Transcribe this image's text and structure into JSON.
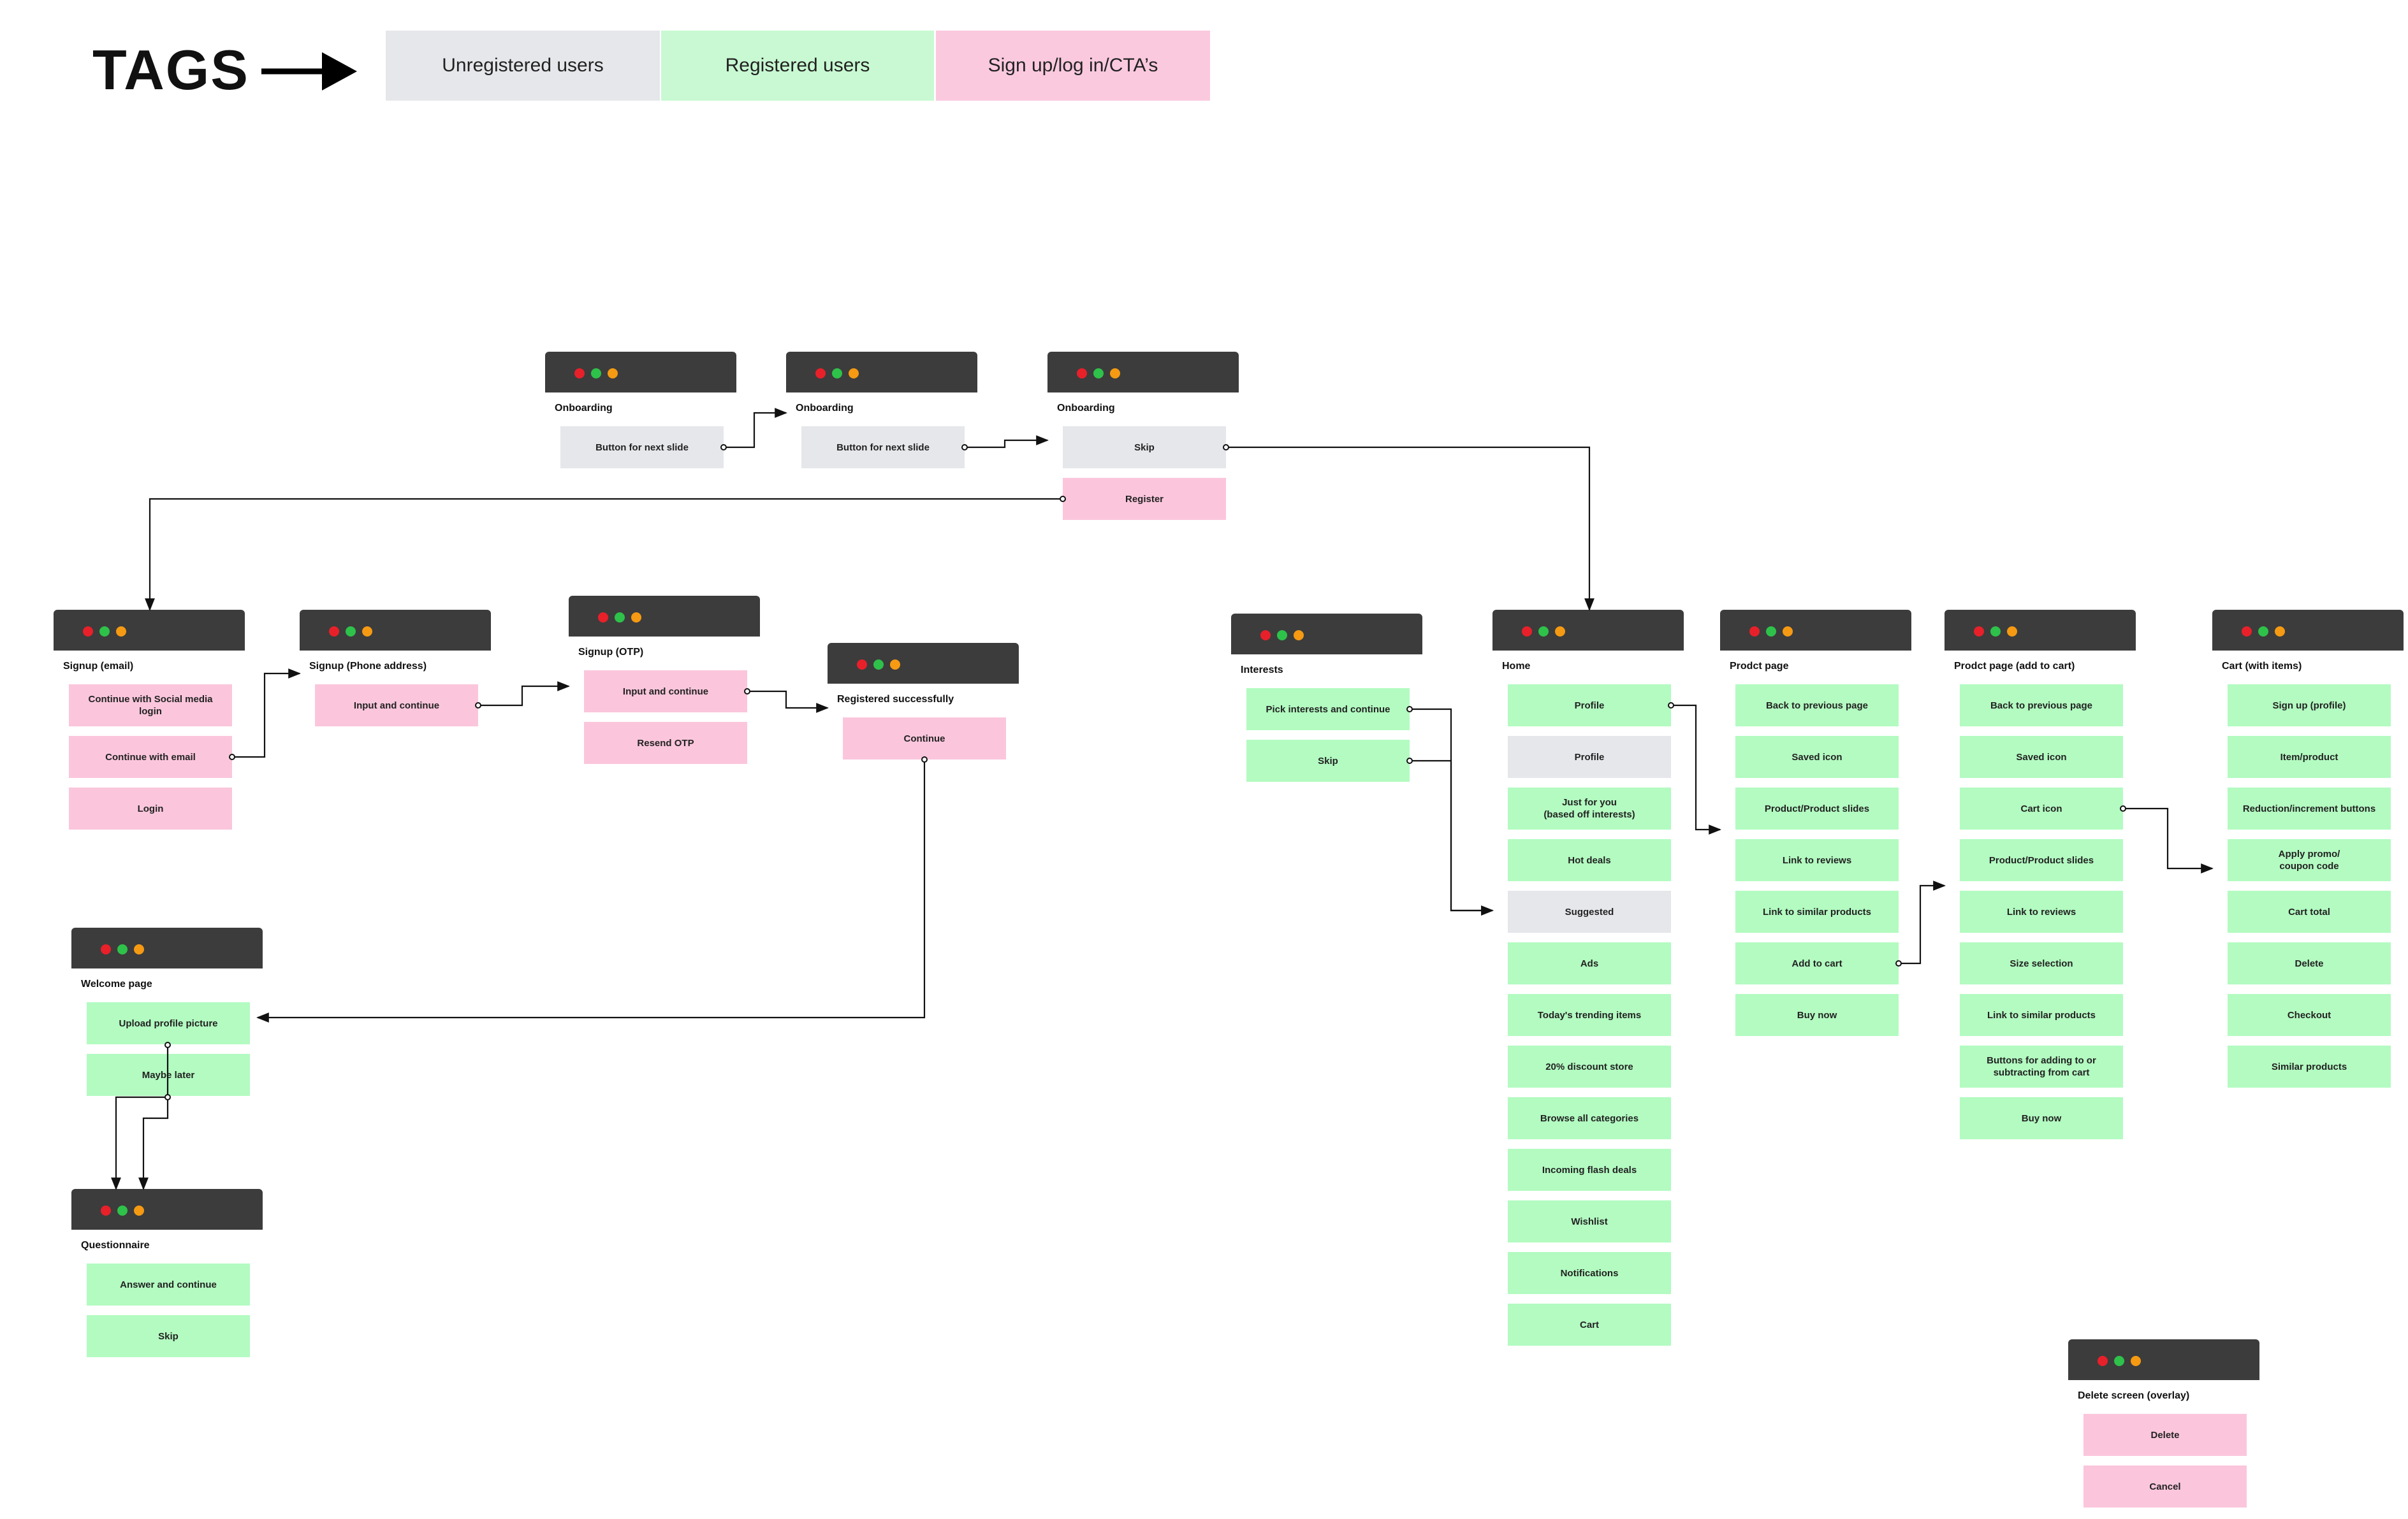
{
  "legend": {
    "title": "TAGS",
    "tags": [
      {
        "label": "Unregistered users",
        "color": "#e6e7eb"
      },
      {
        "label": "Registered users",
        "color": "#c8f9d2"
      },
      {
        "label": "Sign up/log in/CTA’s",
        "color": "#fbc9de"
      }
    ]
  },
  "colors": {
    "titlebar": "#3c3c3c",
    "unregistered": "#e6e7eb",
    "registered": "#b3fbc1",
    "cta": "#fbc6dc",
    "connector": "#111111"
  },
  "screens": [
    {
      "id": "onboarding1",
      "label": "Onboarding",
      "items": [
        {
          "text": "Button for next slide",
          "tag": "unregistered"
        }
      ]
    },
    {
      "id": "onboarding2",
      "label": "Onboarding",
      "items": [
        {
          "text": "Button for next slide",
          "tag": "unregistered"
        }
      ]
    },
    {
      "id": "onboarding3",
      "label": "Onboarding",
      "items": [
        {
          "text": "Skip",
          "tag": "unregistered"
        },
        {
          "text": "Register",
          "tag": "cta"
        }
      ]
    },
    {
      "id": "signup_email",
      "label": "Signup (email)",
      "items": [
        {
          "text": "Continue with Social media login",
          "tag": "cta"
        },
        {
          "text": "Continue with email",
          "tag": "cta"
        },
        {
          "text": "Login",
          "tag": "cta"
        }
      ]
    },
    {
      "id": "signup_phone",
      "label": "Signup (Phone address)",
      "items": [
        {
          "text": "Input and continue",
          "tag": "cta"
        }
      ]
    },
    {
      "id": "signup_otp",
      "label": "Signup (OTP)",
      "items": [
        {
          "text": "Input and continue",
          "tag": "cta"
        },
        {
          "text": "Resend OTP",
          "tag": "cta"
        }
      ]
    },
    {
      "id": "registered",
      "label": "Registered successfully",
      "items": [
        {
          "text": "Continue",
          "tag": "cta"
        }
      ]
    },
    {
      "id": "welcome",
      "label": "Welcome page",
      "items": [
        {
          "text": "Upload profile picture",
          "tag": "registered"
        },
        {
          "text": "Maybe later",
          "tag": "registered"
        }
      ]
    },
    {
      "id": "questionnaire",
      "label": "Questionnaire",
      "items": [
        {
          "text": "Answer and continue",
          "tag": "registered"
        },
        {
          "text": "Skip",
          "tag": "registered"
        }
      ]
    },
    {
      "id": "interests",
      "label": "Interests",
      "items": [
        {
          "text": "Pick interests and continue",
          "tag": "registered"
        },
        {
          "text": "Skip",
          "tag": "registered"
        }
      ]
    },
    {
      "id": "home",
      "label": "Home",
      "items": [
        {
          "text": "Profile",
          "tag": "registered"
        },
        {
          "text": "Profile",
          "tag": "unregistered"
        },
        {
          "text": "Just for you\n(based off interests)",
          "tag": "registered"
        },
        {
          "text": "Hot deals",
          "tag": "registered"
        },
        {
          "text": "Suggested",
          "tag": "unregistered"
        },
        {
          "text": "Ads",
          "tag": "registered"
        },
        {
          "text": "Today's trending items",
          "tag": "registered"
        },
        {
          "text": "20% discount store",
          "tag": "registered"
        },
        {
          "text": "Browse all categories",
          "tag": "registered"
        },
        {
          "text": "Incoming flash deals",
          "tag": "registered"
        },
        {
          "text": "Wishlist",
          "tag": "registered"
        },
        {
          "text": "Notifications",
          "tag": "registered"
        },
        {
          "text": "Cart",
          "tag": "registered"
        }
      ]
    },
    {
      "id": "product",
      "label": "Prodct page",
      "items": [
        {
          "text": "Back to previous page",
          "tag": "registered"
        },
        {
          "text": "Saved icon",
          "tag": "registered"
        },
        {
          "text": "Product/Product slides",
          "tag": "registered"
        },
        {
          "text": "Link to reviews",
          "tag": "registered"
        },
        {
          "text": "Link to similar products",
          "tag": "registered"
        },
        {
          "text": "Add to cart",
          "tag": "registered"
        },
        {
          "text": "Buy now",
          "tag": "registered"
        }
      ]
    },
    {
      "id": "product_cart",
      "label": "Prodct page (add to cart)",
      "items": [
        {
          "text": "Back to previous page",
          "tag": "registered"
        },
        {
          "text": "Saved icon",
          "tag": "registered"
        },
        {
          "text": "Cart icon",
          "tag": "registered"
        },
        {
          "text": "Product/Product slides",
          "tag": "registered"
        },
        {
          "text": "Link to reviews",
          "tag": "registered"
        },
        {
          "text": "Size selection",
          "tag": "registered"
        },
        {
          "text": "Link to similar products",
          "tag": "registered"
        },
        {
          "text": "Buttons for adding to or subtracting from cart",
          "tag": "registered"
        },
        {
          "text": "Buy now",
          "tag": "registered"
        }
      ]
    },
    {
      "id": "cart",
      "label": "Cart (with items)",
      "items": [
        {
          "text": "Sign up (profile)",
          "tag": "registered"
        },
        {
          "text": "Item/product",
          "tag": "registered"
        },
        {
          "text": "Reduction/increment buttons",
          "tag": "registered"
        },
        {
          "text": "Apply promo/\ncoupon code",
          "tag": "registered"
        },
        {
          "text": "Cart total",
          "tag": "registered"
        },
        {
          "text": "Delete",
          "tag": "registered"
        },
        {
          "text": "Checkout",
          "tag": "registered"
        },
        {
          "text": "Similar products",
          "tag": "registered"
        }
      ]
    },
    {
      "id": "delete_overlay",
      "label": "Delete screen (overlay)",
      "items": [
        {
          "text": "Delete",
          "tag": "cta"
        },
        {
          "text": "Cancel",
          "tag": "cta"
        }
      ]
    }
  ]
}
